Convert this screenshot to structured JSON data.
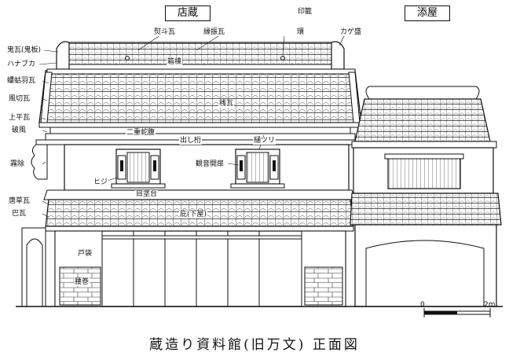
{
  "sections": {
    "main": "店蔵",
    "annex": "添屋"
  },
  "labels": {
    "onigawara": "鬼瓦(鬼板)",
    "hanabuka": "ハナブカ",
    "kerabahane": "螻蛄羽瓦",
    "kirigawara": "風切瓦",
    "agehira": "上平瓦",
    "hafu": "破風",
    "kiriyoke": "霧除",
    "karakusa": "唐草瓦",
    "tomoe": "巴瓦",
    "noshi": "熨斗瓦",
    "enburi": "縁振瓦",
    "inro": "印籠",
    "tama": "環",
    "kagemori": "カゲ盛",
    "hakomune": "箱棟",
    "sangawara": "桟瓦",
    "nijujabara": "二重蛇腹",
    "dashigeta": "出し桁",
    "hitsuri": "樋ツリ",
    "kannonbiraki": "観音開扉",
    "hiji": "ヒジ",
    "menurdai": "目塗台",
    "hisashi": "庇(下屋)",
    "tobukuro": "戸袋",
    "koshimaki": "腰巻"
  },
  "scale": {
    "zero": "0",
    "two": "2m"
  },
  "caption": "蔵造り資料館(旧万文) 正面図"
}
